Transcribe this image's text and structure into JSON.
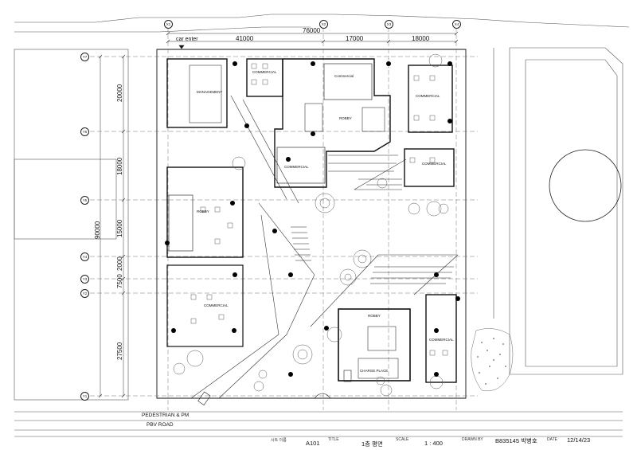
{
  "dimensions": {
    "overall_width": "76000",
    "bay_1": "41000",
    "bay_2": "17000",
    "bay_3": "18000",
    "overall_depth": "90000",
    "depth_1": "20000",
    "depth_2": "18000",
    "depth_3": "15000",
    "depth_4": "2000",
    "depth_5": "7500",
    "depth_6": "27500"
  },
  "grid_labels": {
    "x1": "X1",
    "x2": "X2",
    "x3": "X3",
    "x4": "X4",
    "y7": "Y7",
    "y6": "Y6",
    "y5": "Y5",
    "y4": "Y4",
    "y3": "Y3",
    "y2": "Y2",
    "y1": "Y1"
  },
  "labels": {
    "car_enter": "car enter",
    "management": "MANAGEMENT",
    "commercial": "COMMERCIAL",
    "commercial_alt": "Commercial",
    "robby": "ROBBY",
    "charge_place": "CHARGE PLACE",
    "pedestrian": "PEDESTRIAN & PM",
    "pbv_road": "PBV ROAD"
  },
  "title_block": {
    "sheet_name_label": "시트 이름",
    "sheet_number": "A101",
    "title_label": "TITLE",
    "title": "1층 평면",
    "scale_label": "SCALE",
    "scale": "1 : 400",
    "drawn_by_label": "DRAWN BY",
    "drawn_by": "B835145 박병호",
    "date_label": "DATE",
    "date": "12/14/23"
  }
}
